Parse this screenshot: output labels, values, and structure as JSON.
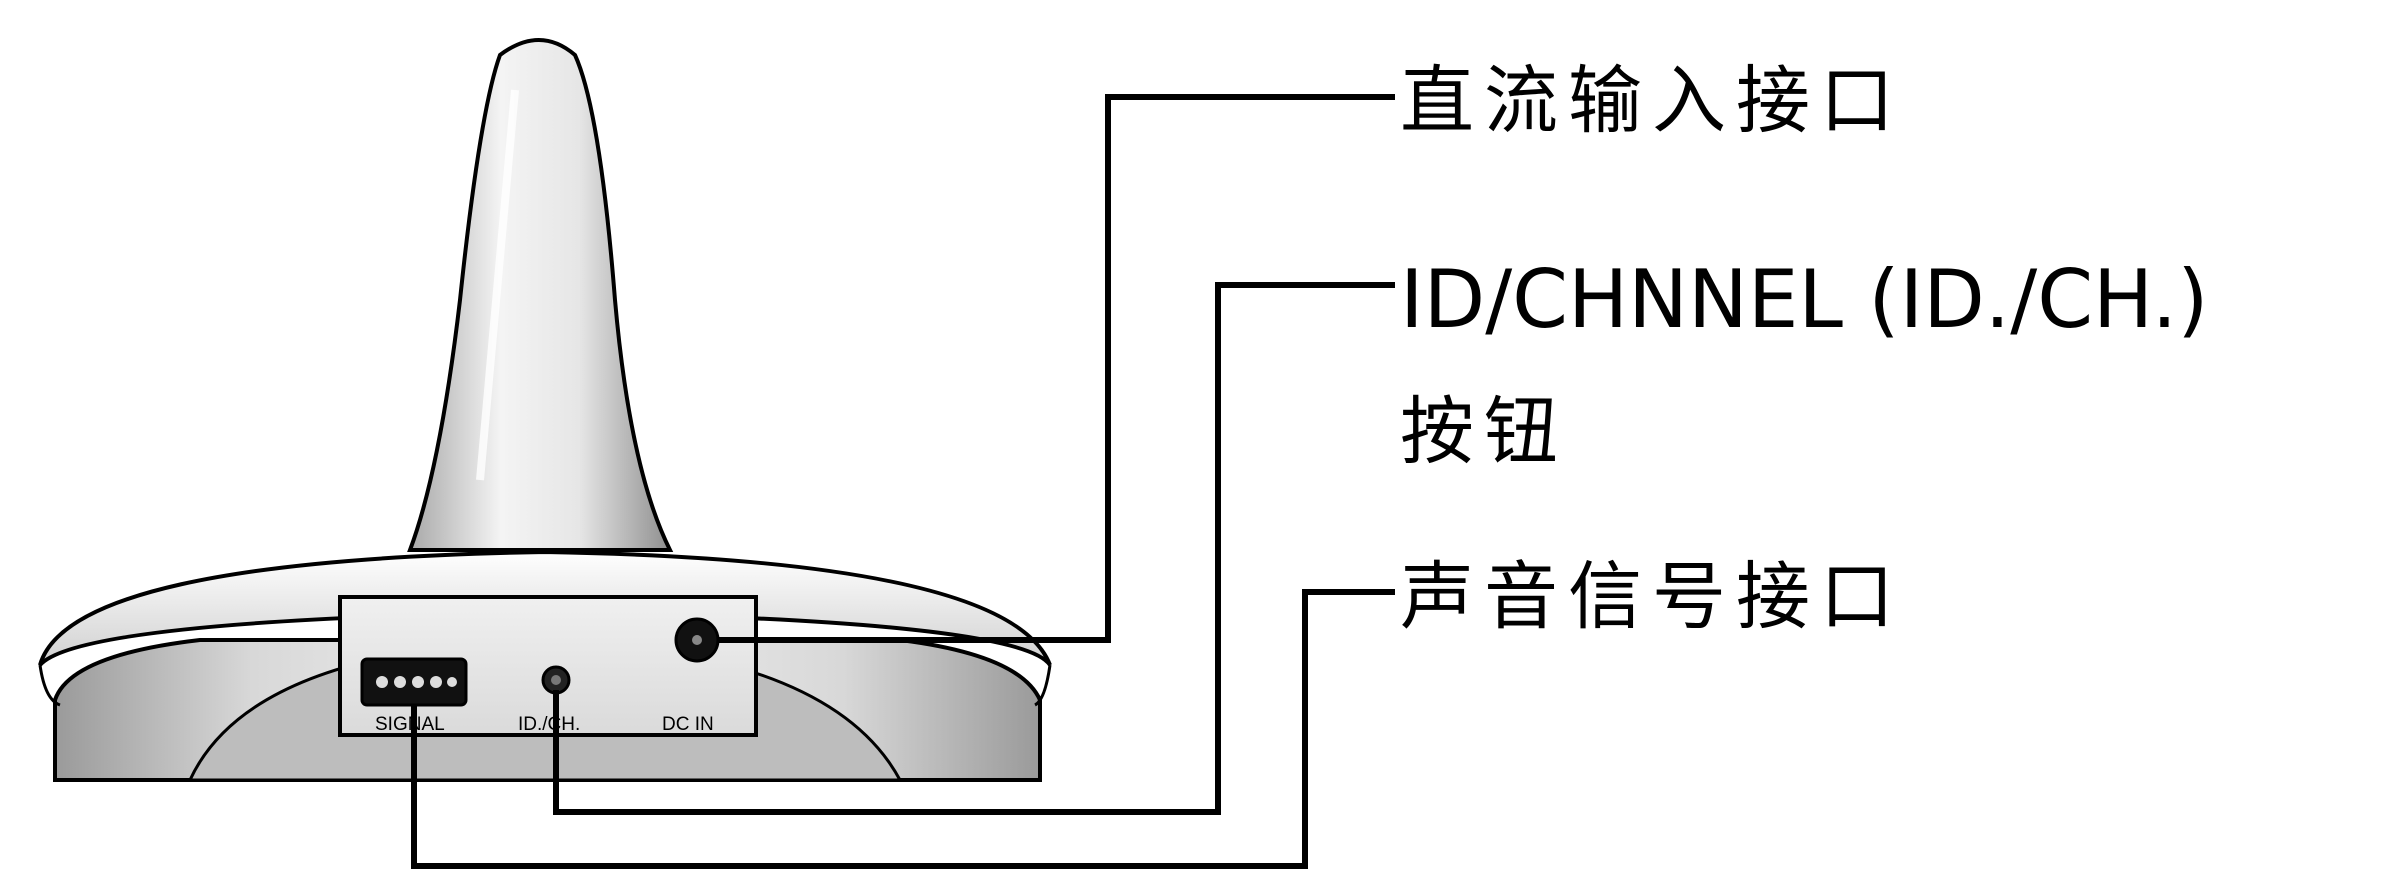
{
  "labels": {
    "dc_in_port": "直流输入接口",
    "id_channel_button_line1": "ID/CHNNEL (ID./CH.)",
    "id_channel_button_line2": "按钮",
    "signal_port": "声音信号接口"
  },
  "device_panel": {
    "signal_text": "SIGNAL",
    "id_ch_text": "ID./CH.",
    "dc_in_text": "DC IN"
  },
  "colors": {
    "line": "#000000",
    "device_light": "#f2f2f2",
    "device_mid": "#c8c8c8",
    "device_dark": "#8c8c8c"
  }
}
